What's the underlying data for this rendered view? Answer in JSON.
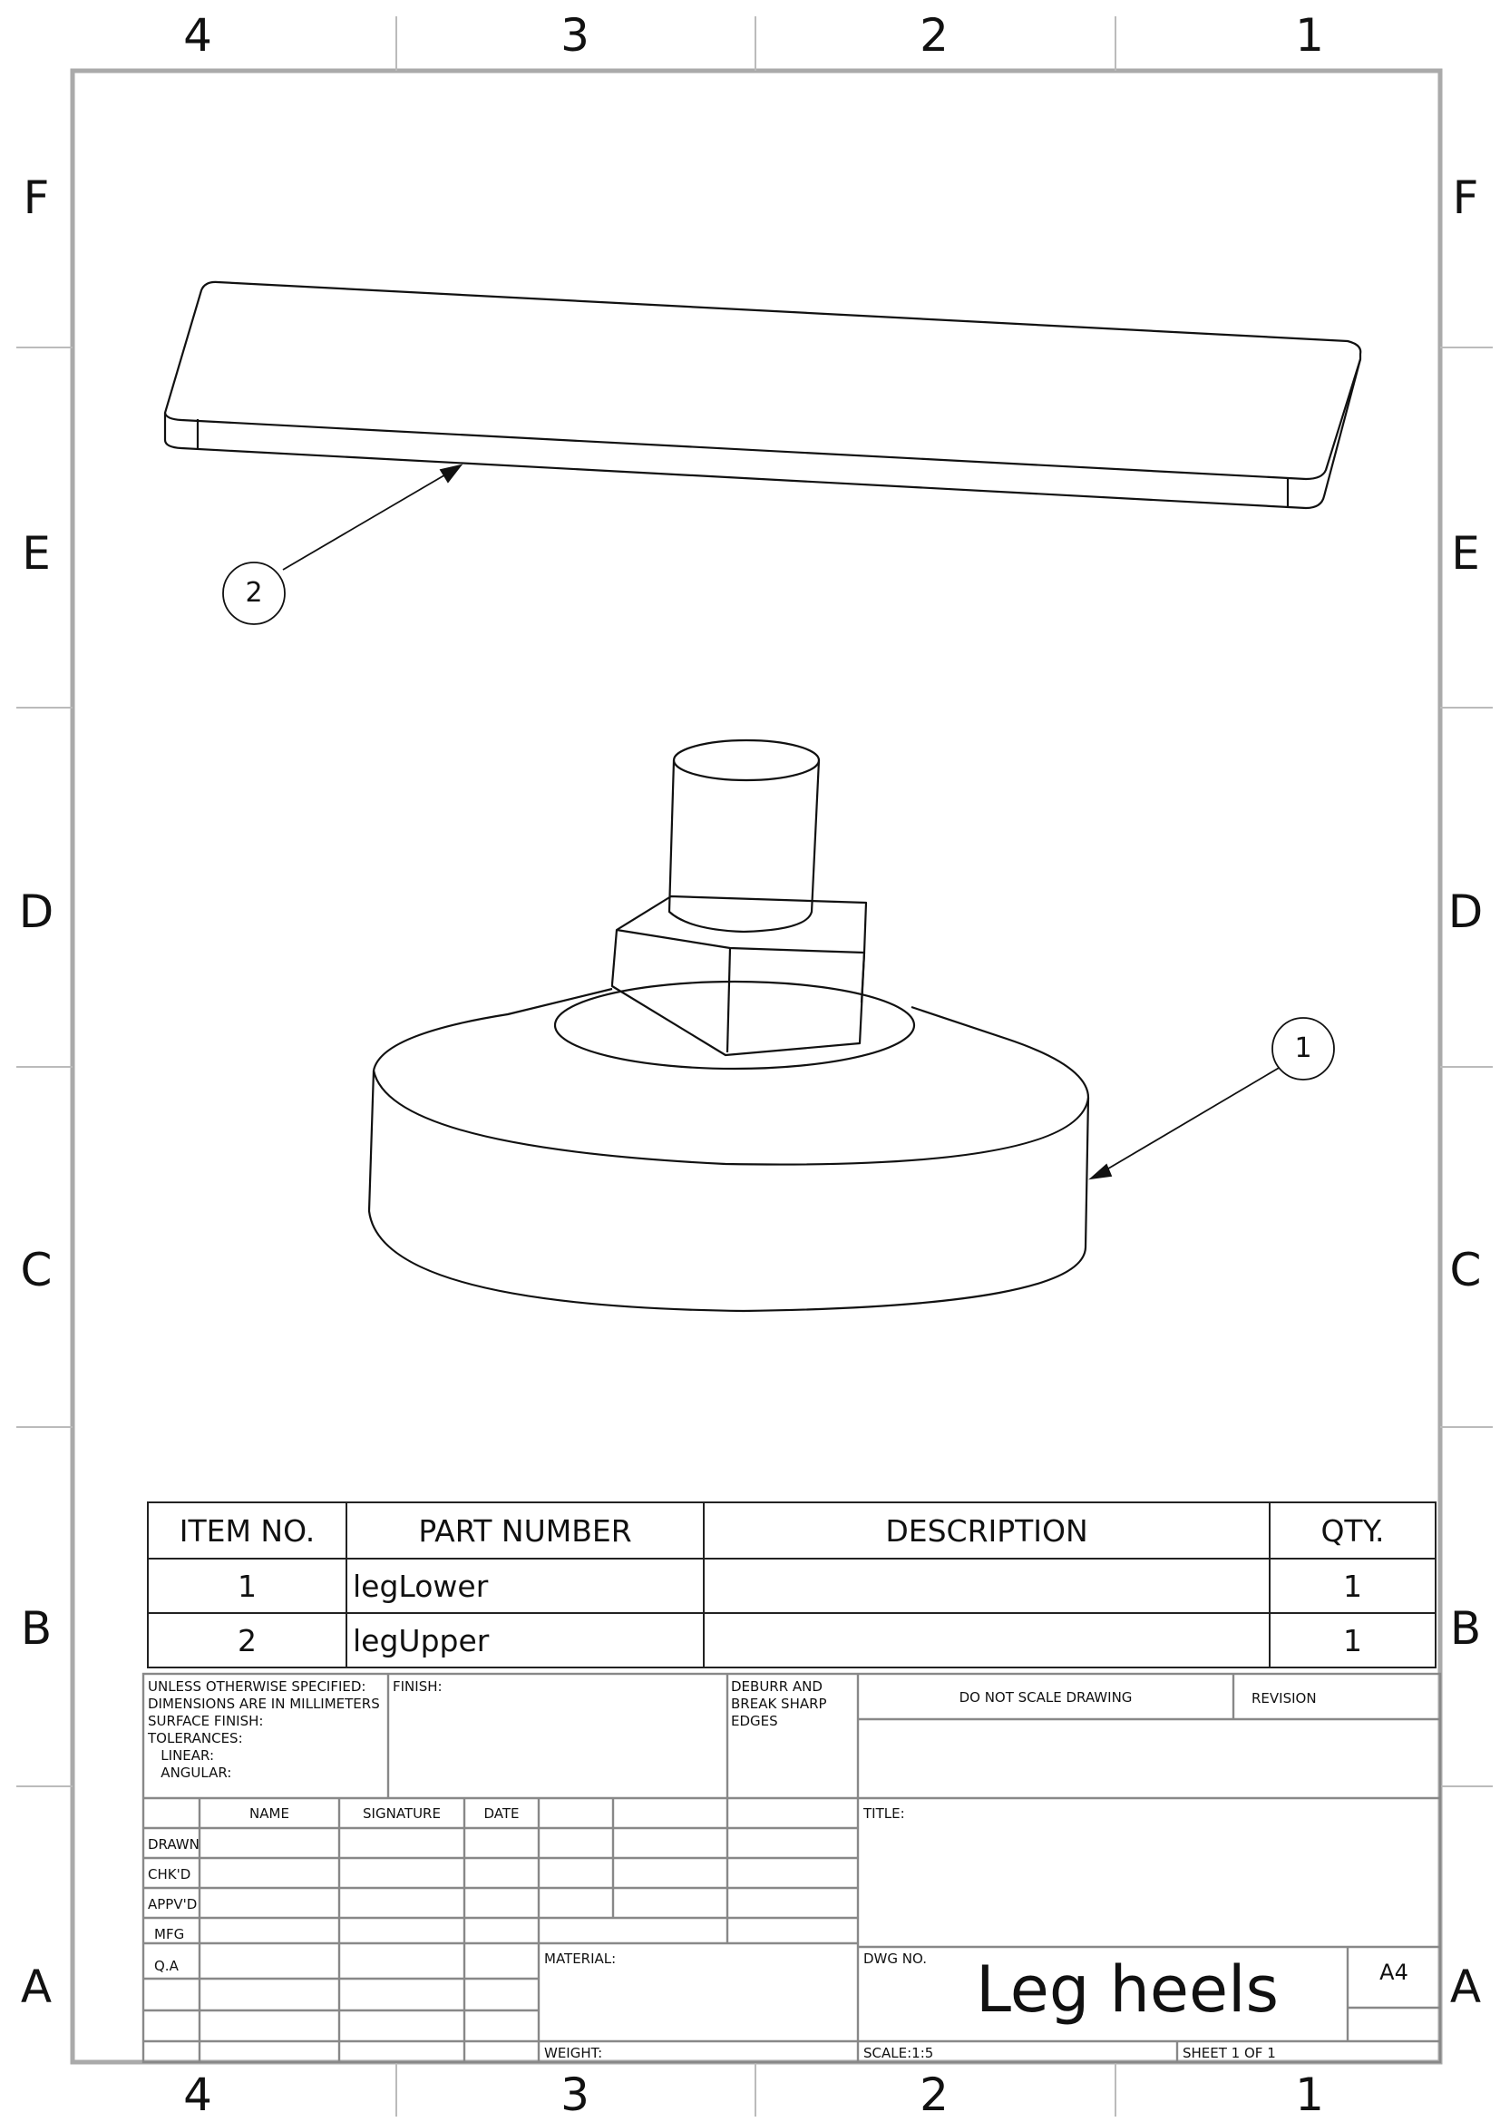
{
  "zones": {
    "columns": [
      "4",
      "3",
      "2",
      "1"
    ],
    "rows": [
      "F",
      "E",
      "D",
      "C",
      "B",
      "A"
    ]
  },
  "balloons": [
    "2",
    "1"
  ],
  "bom": {
    "headers": [
      "ITEM NO.",
      "PART NUMBER",
      "DESCRIPTION",
      "QTY."
    ],
    "rows": [
      {
        "item": "1",
        "part": "legLower",
        "description": "",
        "qty": "1"
      },
      {
        "item": "2",
        "part": "legUpper",
        "description": "",
        "qty": "1"
      }
    ]
  },
  "title_block": {
    "unless_specified": [
      "UNLESS OTHERWISE SPECIFIED:",
      "DIMENSIONS ARE IN MILLIMETERS",
      "SURFACE FINISH:",
      "TOLERANCES:",
      "   LINEAR:",
      "   ANGULAR:"
    ],
    "finish_label": "FINISH:",
    "deburr": [
      "DEBURR AND",
      "BREAK SHARP",
      "EDGES"
    ],
    "do_not_scale": "DO NOT SCALE DRAWING",
    "revision_label": "REVISION",
    "col_headers": [
      "NAME",
      "SIGNATURE",
      "DATE"
    ],
    "row_labels": [
      "DRAWN",
      "CHK'D",
      "APPV'D",
      "MFG",
      "Q.A"
    ],
    "title_label": "TITLE:",
    "material_label": "MATERIAL:",
    "weight_label": "WEIGHT:",
    "dwg_no_label": "DWG NO.",
    "dwg_title": "Leg heels",
    "size": "A4",
    "scale": "SCALE:1:5",
    "sheet": "SHEET 1 OF 1"
  },
  "colors": {
    "line": "#111111",
    "grid": "#777777",
    "paper": "#ffffff"
  }
}
